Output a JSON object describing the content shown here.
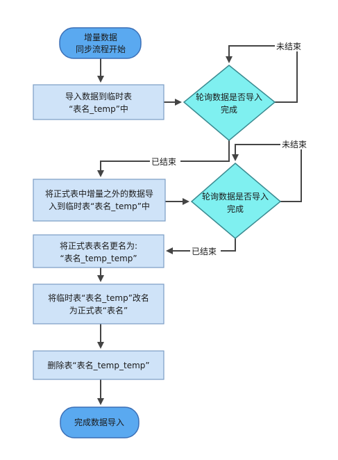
{
  "colors": {
    "terminal_fill": "#5aa9f0",
    "terminal_stroke": "#3b6fb6",
    "process_fill": "#cfe3f8",
    "process_stroke": "#7a9cc4",
    "decision_fill": "#7ff0f0",
    "decision_stroke": "#3a8a90",
    "line": "#444444"
  },
  "nodes": {
    "start": {
      "line1": "增量数据",
      "line2": "同步流程开始"
    },
    "import_temp": {
      "line1": "导入数据到临时表",
      "line2": "“表名_temp”中"
    },
    "poll1": {
      "line1": "轮询数据是否导入",
      "line2": "完成"
    },
    "merge": {
      "line1": "将正式表中增量之外的数据导",
      "line2": "入到临时表“表名_temp”中"
    },
    "poll2": {
      "line1": "轮询数据是否导入",
      "line2": "完成"
    },
    "rename_formal": {
      "line1": "将正式表表名更名为:",
      "line2": "“表名_temp_temp”"
    },
    "rename_temp": {
      "line1": "将临时表“表名_temp”改名",
      "line2": "为正式表“表名”"
    },
    "delete": {
      "line1": "删除表“表名_temp_temp”"
    },
    "end": {
      "line1": "完成数据导入"
    }
  },
  "edges": {
    "poll1_loop": "未结束",
    "poll1_done": "已结束",
    "poll2_loop": "未结束",
    "poll2_done": "已结束"
  }
}
